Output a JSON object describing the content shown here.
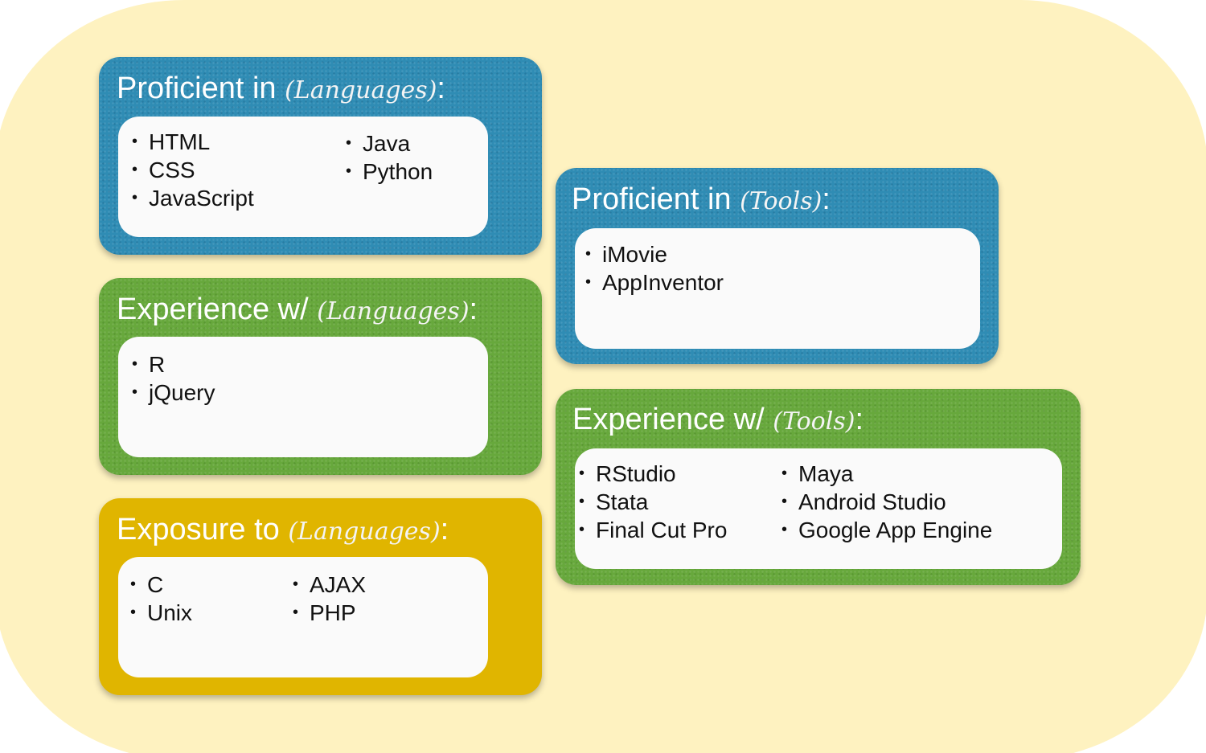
{
  "cards": {
    "prof_lang": {
      "prefix": "Proficient in ",
      "category": "(Languages)",
      "suffix": ":",
      "col1": [
        "HTML",
        "CSS",
        "JavaScript"
      ],
      "col2": [
        "Java",
        "Python"
      ]
    },
    "exp_lang": {
      "prefix": "Experience w/ ",
      "category": "(Languages)",
      "suffix": ":",
      "col1": [
        "R",
        "jQuery"
      ]
    },
    "expo_lang": {
      "prefix": "Exposure to ",
      "category": "(Languages)",
      "suffix": ":",
      "col1": [
        "C",
        "Unix"
      ],
      "col2": [
        "AJAX",
        "PHP"
      ]
    },
    "prof_tools": {
      "prefix": "Proficient in ",
      "category": "(Tools)",
      "suffix": ":",
      "col1": [
        "iMovie",
        "AppInventor"
      ]
    },
    "exp_tools": {
      "prefix": "Experience w/ ",
      "category": "(Tools)",
      "suffix": ":",
      "col1": [
        "RStudio",
        "Stata",
        "Final Cut Pro"
      ],
      "col2": [
        "Maya",
        "Android Studio",
        "Google App Engine"
      ]
    }
  },
  "bullet_glyph": "•",
  "colors": {
    "background": "#fef2c0",
    "proficient": "#2f8cb4",
    "experience": "#67a83c",
    "exposure": "#e0b500",
    "panel": "#fafafa"
  }
}
